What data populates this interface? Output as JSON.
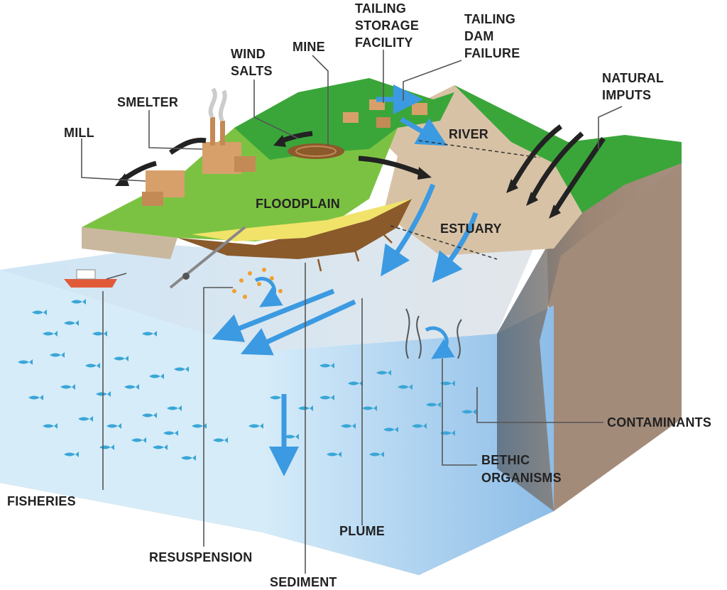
{
  "labels": {
    "tailing_storage": [
      "TAILING",
      "STORAGE",
      "FACILITY"
    ],
    "tailing_dam": [
      "TAILING",
      "DAM",
      "FAILURE"
    ],
    "wind_salts": [
      "WIND",
      "SALTS"
    ],
    "mine": "MINE",
    "natural_inputs": [
      "NATURAL",
      "IMPUTS"
    ],
    "smelter": "SMELTER",
    "mill": "MILL",
    "river": "RIVER",
    "floodplain": "FLOODPLAIN",
    "estuary": "ESTUARY",
    "contaminants": "CONTAMINANTS",
    "benthic": [
      "BETHIC",
      "ORGANISMS"
    ],
    "fisheries": "FISHERIES",
    "plume": "PLUME",
    "resuspension": "RESUSPENSION",
    "sediment": "SEDIMENT"
  },
  "colors": {
    "land_green": "#3aa63a",
    "land_light_green": "#7cc242",
    "sand": "#d8c2a6",
    "water_light": "#cfe8f7",
    "water_deep": "#7fb3e3",
    "earth": "#9c8573",
    "sediment_brown": "#8a5a2b",
    "arrow_blue": "#3b9ae1",
    "arrow_black": "#222222",
    "fish": "#3aa6d6"
  }
}
